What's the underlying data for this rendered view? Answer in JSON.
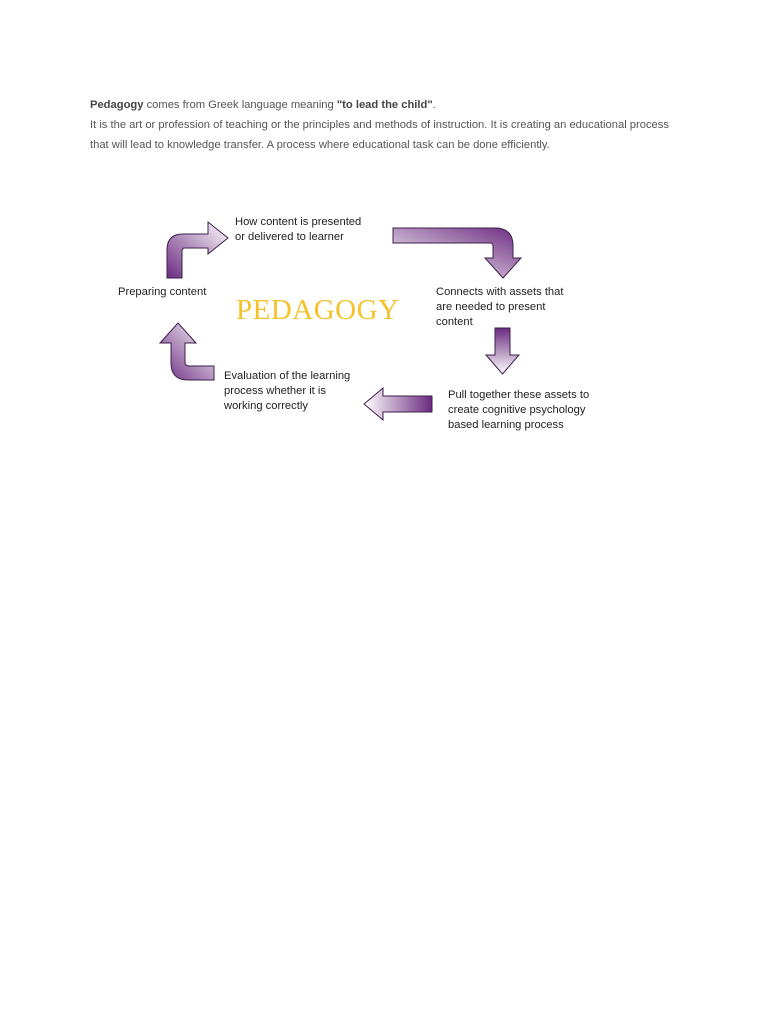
{
  "intro": {
    "term": "Pedagogy",
    "origin_text": " comes from Greek language meaning ",
    "meaning": "\"to lead the child\"",
    "origin_end": ".",
    "definition": "It is the art or profession of teaching or the principles and methods of instruction. It is creating an educational process that will lead to knowledge transfer. A process where educational task can be done efficiently."
  },
  "diagram": {
    "center_title": "PEDAGOGY",
    "steps": [
      {
        "line1": "How content is presented",
        "line2": "or delivered to learner",
        "line3": ""
      },
      {
        "line1": "Connects with assets that",
        "line2": "are needed to present",
        "line3": "content"
      },
      {
        "line1": "Pull together these assets to",
        "line2": "create cognitive psychology",
        "line3": "based learning process"
      },
      {
        "line1": "Evaluation of the learning",
        "line2": "process whether it is",
        "line3": "working correctly"
      },
      {
        "line1": "Preparing content",
        "line2": "",
        "line3": ""
      }
    ],
    "arrow_colors": {
      "dark": "#6b2a80",
      "light": "#ffffff",
      "outline": "#3d1f4a"
    }
  }
}
